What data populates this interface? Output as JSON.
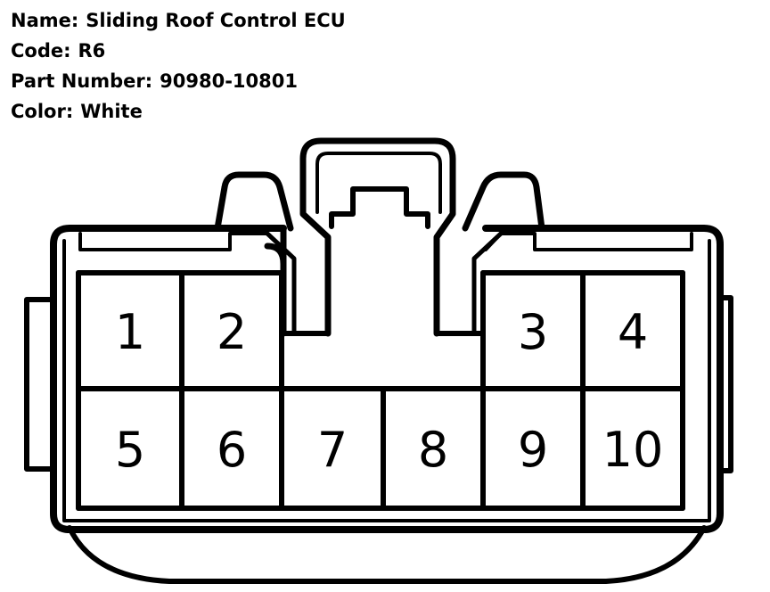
{
  "connector": {
    "name_label": "Name:",
    "name": "Sliding Roof Control ECU",
    "code_label": "Code:",
    "code": "R6",
    "part_number_label": "Part Number:",
    "part_number": "90980-10801",
    "color_label": "Color:",
    "color": "White"
  },
  "pins": {
    "top_row": [
      "1",
      "2",
      "3",
      "4"
    ],
    "bottom_row": [
      "5",
      "6",
      "7",
      "8",
      "9",
      "10"
    ]
  },
  "colors": {
    "line": "#000000",
    "background": "#ffffff"
  }
}
